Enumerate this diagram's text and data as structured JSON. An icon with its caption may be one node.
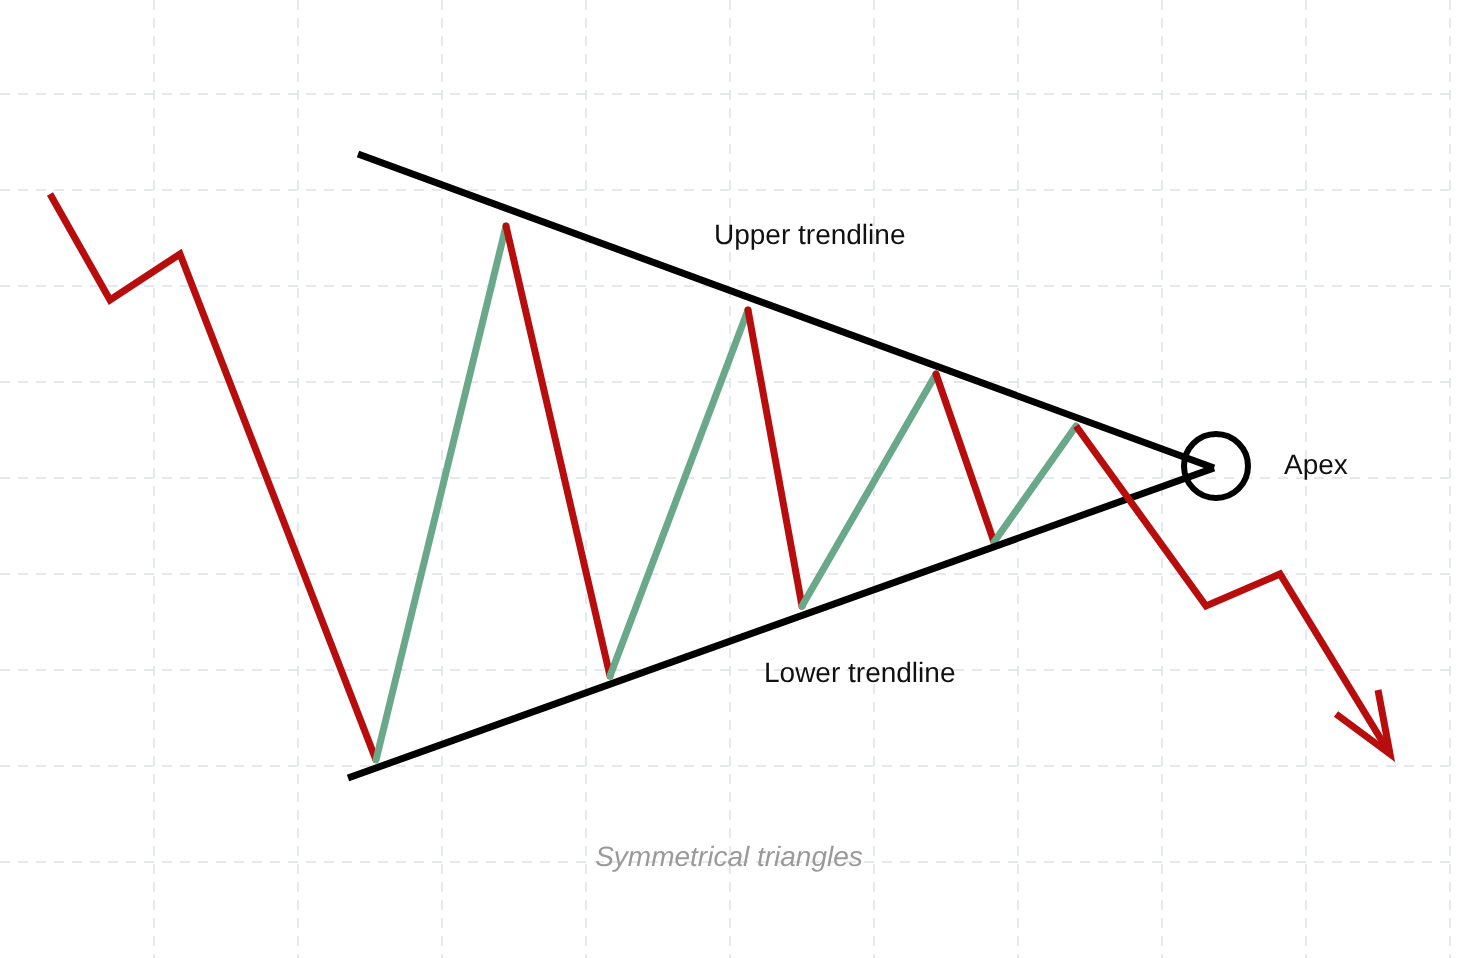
{
  "diagram": {
    "caption": "Symmetrical triangles",
    "labels": [
      "Upper trendline",
      "Apex",
      "Lower trendline"
    ]
  }
}
